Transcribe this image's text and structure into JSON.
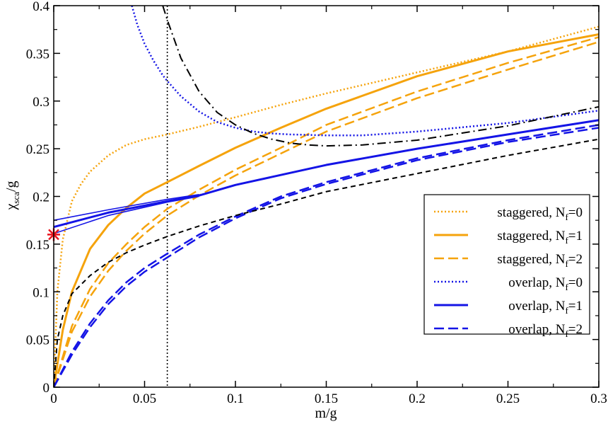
{
  "chart_data": {
    "type": "line",
    "xlabel": "m/g",
    "ylabel": {
      "main": "χ",
      "sub": "sca",
      "tail": "/g"
    },
    "xlim": [
      0,
      0.3
    ],
    "ylim": [
      0,
      0.4
    ],
    "x_ticks": [
      "0",
      "0.05",
      "0.1",
      "0.15",
      "0.2",
      "0.25",
      "0.3"
    ],
    "y_ticks": [
      "0",
      "0.05",
      "0.1",
      "0.15",
      "0.2",
      "0.25",
      "0.3",
      "0.35",
      "0.4"
    ],
    "grid": false,
    "legend_position": "right",
    "vertical_reference_line": {
      "x": 0.0625,
      "style": "dotted",
      "color": "#000000"
    },
    "star_marker": {
      "x": 0,
      "y": 0.16,
      "color": "#e8141e"
    },
    "colors": {
      "staggered": "#f5a30c",
      "overlap": "#1414e6",
      "reference": "#000000"
    },
    "series": [
      {
        "name": "staggered, N_f=0",
        "legend": {
          "pre": "staggered, N",
          "sub": "f",
          "post": "=0"
        },
        "color": "#f5a30c",
        "style": "dotted",
        "x": [
          0,
          0.002,
          0.005,
          0.01,
          0.015,
          0.02,
          0.03,
          0.04,
          0.05,
          0.0625,
          0.08,
          0.1,
          0.125,
          0.15,
          0.2,
          0.25,
          0.3
        ],
        "y": [
          0,
          0.1,
          0.155,
          0.195,
          0.213,
          0.226,
          0.243,
          0.254,
          0.26,
          0.265,
          0.273,
          0.283,
          0.296,
          0.308,
          0.33,
          0.352,
          0.378
        ]
      },
      {
        "name": "staggered, N_f=1",
        "legend": {
          "pre": "staggered, N",
          "sub": "f",
          "post": "=1"
        },
        "color": "#f5a30c",
        "style": "solid",
        "x": [
          0,
          0.005,
          0.01,
          0.02,
          0.03,
          0.04,
          0.05,
          0.0625,
          0.08,
          0.1,
          0.125,
          0.15,
          0.2,
          0.25,
          0.3
        ],
        "y": [
          0,
          0.06,
          0.1,
          0.145,
          0.17,
          0.188,
          0.203,
          0.215,
          0.232,
          0.251,
          0.272,
          0.292,
          0.326,
          0.352,
          0.37
        ]
      },
      {
        "name": "staggered, N_f=2 (a)",
        "legend": {
          "pre": "staggered, N",
          "sub": "f",
          "post": "=2"
        },
        "color": "#f5a30c",
        "style": "dashed",
        "x": [
          0,
          0.01,
          0.02,
          0.03,
          0.04,
          0.05,
          0.0625,
          0.08,
          0.1,
          0.125,
          0.15,
          0.2,
          0.25,
          0.3
        ],
        "y": [
          0,
          0.064,
          0.103,
          0.13,
          0.15,
          0.168,
          0.187,
          0.207,
          0.228,
          0.251,
          0.275,
          0.31,
          0.34,
          0.367
        ]
      },
      {
        "name": "staggered, N_f=2 (b)",
        "color": "#f5a30c",
        "style": "dashed",
        "x": [
          0,
          0.01,
          0.02,
          0.03,
          0.04,
          0.05,
          0.0625,
          0.08,
          0.1,
          0.125,
          0.15,
          0.2,
          0.25,
          0.3
        ],
        "y": [
          0,
          0.058,
          0.095,
          0.122,
          0.143,
          0.161,
          0.18,
          0.201,
          0.222,
          0.245,
          0.268,
          0.303,
          0.333,
          0.362
        ]
      },
      {
        "name": "overlap, N_f=0",
        "legend": {
          "pre": "overlap, N",
          "sub": "f",
          "post": "=0"
        },
        "color": "#1414e6",
        "style": "dotted",
        "x": [
          0.043,
          0.046,
          0.05,
          0.055,
          0.06,
          0.0625,
          0.07,
          0.08,
          0.09,
          0.1,
          0.11,
          0.12,
          0.13,
          0.15,
          0.17,
          0.2,
          0.25,
          0.3
        ],
        "y": [
          0.4,
          0.38,
          0.36,
          0.342,
          0.327,
          0.321,
          0.305,
          0.289,
          0.278,
          0.272,
          0.268,
          0.266,
          0.265,
          0.264,
          0.264,
          0.268,
          0.277,
          0.29
        ]
      },
      {
        "name": "overlap, N_f=1 (a)",
        "legend": {
          "pre": "overlap, N",
          "sub": "f",
          "post": "=1"
        },
        "color": "#1414e6",
        "style": "solid",
        "x": [
          0,
          0.03,
          0.0625,
          0.08,
          0.1,
          0.15,
          0.2,
          0.25,
          0.3
        ],
        "y": [
          0.168,
          0.183,
          0.195,
          0.201,
          0.212,
          0.233,
          0.25,
          0.265,
          0.28
        ]
      },
      {
        "name": "overlap, N_f=1 (b)",
        "color": "#1414e6",
        "style": "solid-thin",
        "x": [
          0,
          0.03,
          0.0625,
          0.08
        ],
        "y": [
          0.175,
          0.186,
          0.197,
          0.202
        ]
      },
      {
        "name": "overlap, N_f=1 (c)",
        "color": "#1414e6",
        "style": "solid-thin",
        "x": [
          0,
          0.03,
          0.0625,
          0.08
        ],
        "y": [
          0.161,
          0.18,
          0.194,
          0.2
        ]
      },
      {
        "name": "overlap, N_f=2 (a)",
        "legend": {
          "pre": "overlap, N",
          "sub": "f",
          "post": "=2"
        },
        "color": "#1414e6",
        "style": "dashed",
        "x": [
          0,
          0.01,
          0.02,
          0.03,
          0.04,
          0.05,
          0.0625,
          0.08,
          0.1,
          0.125,
          0.15,
          0.2,
          0.25,
          0.3
        ],
        "y": [
          0,
          0.037,
          0.067,
          0.091,
          0.11,
          0.125,
          0.14,
          0.16,
          0.179,
          0.2,
          0.215,
          0.24,
          0.259,
          0.275
        ]
      },
      {
        "name": "overlap, N_f=2 (b)",
        "color": "#1414e6",
        "style": "dashed",
        "x": [
          0,
          0.01,
          0.02,
          0.03,
          0.04,
          0.05,
          0.0625,
          0.08,
          0.1,
          0.125,
          0.15,
          0.2,
          0.25,
          0.3
        ],
        "y": [
          0,
          0.034,
          0.063,
          0.087,
          0.106,
          0.121,
          0.136,
          0.157,
          0.177,
          0.198,
          0.213,
          0.238,
          0.257,
          0.272
        ]
      },
      {
        "name": "reference, dashed",
        "color": "#000000",
        "style": "dashed-black",
        "x": [
          0,
          0.002,
          0.005,
          0.01,
          0.02,
          0.03,
          0.04,
          0.05,
          0.0625,
          0.08,
          0.1,
          0.125,
          0.15,
          0.2,
          0.25,
          0.3
        ],
        "y": [
          0,
          0.05,
          0.075,
          0.098,
          0.117,
          0.131,
          0.141,
          0.149,
          0.158,
          0.169,
          0.18,
          0.192,
          0.205,
          0.224,
          0.243,
          0.26
        ]
      },
      {
        "name": "reference, dash-dot",
        "color": "#000000",
        "style": "dashdot",
        "x": [
          0.06,
          0.0625,
          0.07,
          0.08,
          0.09,
          0.1,
          0.11,
          0.12,
          0.13,
          0.14,
          0.15,
          0.17,
          0.2,
          0.25,
          0.3
        ],
        "y": [
          0.4,
          0.385,
          0.345,
          0.31,
          0.288,
          0.275,
          0.266,
          0.26,
          0.256,
          0.254,
          0.253,
          0.254,
          0.259,
          0.274,
          0.294
        ]
      }
    ]
  }
}
